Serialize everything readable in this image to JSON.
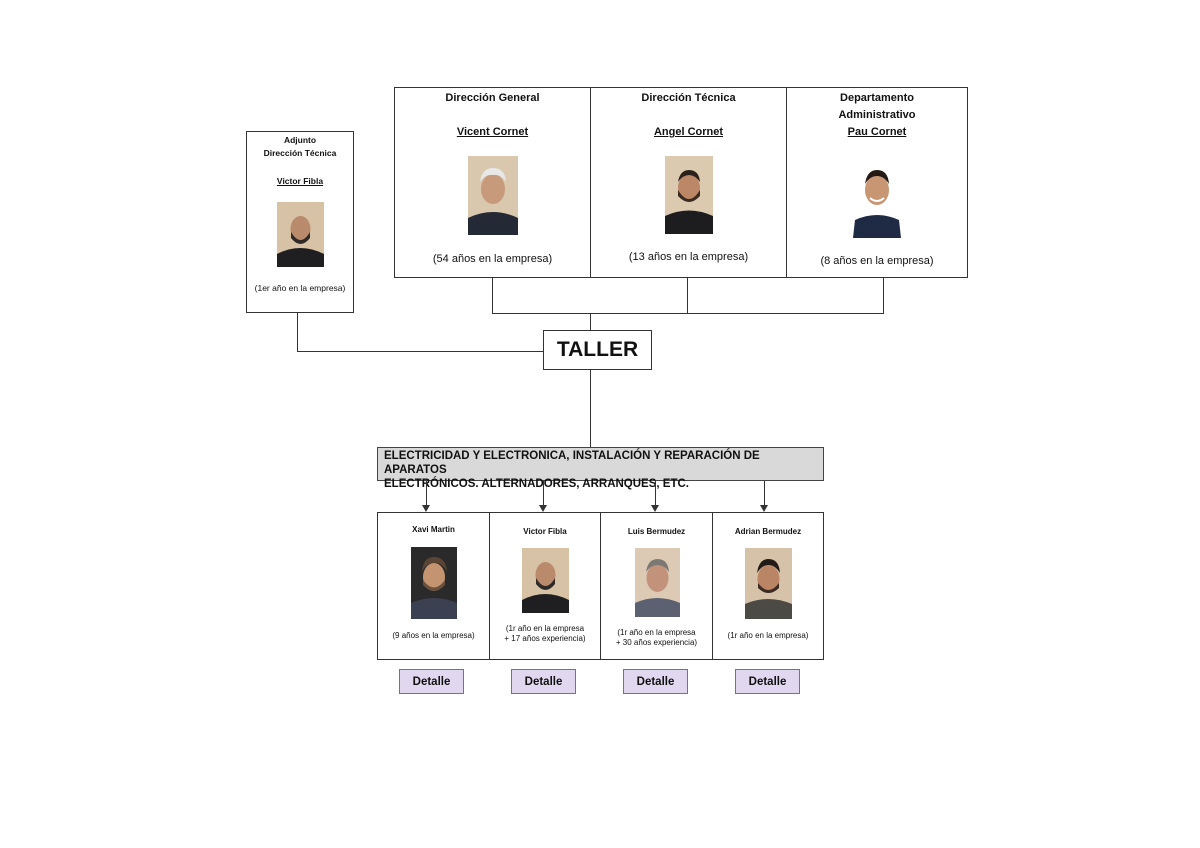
{
  "adjunto": {
    "role_line1": "Adjunto",
    "role_line2": "Dirección Técnica",
    "name": "Victor Fibla",
    "tenure": "(1er año en la empresa)"
  },
  "top_boxes": [
    {
      "role": "Dirección General",
      "name": "Vicent Cornet",
      "tenure": "(54 años en la empresa)"
    },
    {
      "role": "Dirección Técnica",
      "name": "Angel Cornet",
      "tenure": "(13 años en la empresa)"
    },
    {
      "role_line1": "Departamento",
      "role_line2": "Administrativo",
      "name": "Pau Cornet",
      "tenure": "(8 años en la empresa)"
    }
  ],
  "taller_label": "TALLER",
  "banner": {
    "line1": "ELECTRICIDAD Y ELECTRONICA, INSTALACIÓN Y REPARACIÓN DE APARATOS",
    "line2": "ELECTRÓNICOS. ALTERNADORES, ARRANQUES, ETC."
  },
  "workers": [
    {
      "name": "Xavi Martin",
      "tenure_line1": "(9 años en la empresa)",
      "tenure_line2": ""
    },
    {
      "name": "Victor Fibla",
      "tenure_line1": "(1r año en la empresa",
      "tenure_line2": "+ 17 años experiencia)"
    },
    {
      "name": "Luis Bermudez",
      "tenure_line1": "(1r año en la empresa",
      "tenure_line2": "+ 30 años experiencia)"
    },
    {
      "name": "Adrian Bermudez",
      "tenure_line1": "(1r año en la empresa)",
      "tenure_line2": ""
    }
  ],
  "detail_label": "Detalle",
  "colors": {
    "banner_bg": "#d9d9d9",
    "detail_button_bg": "#e1d8f0",
    "detail_button_border": "#7a68a8"
  }
}
